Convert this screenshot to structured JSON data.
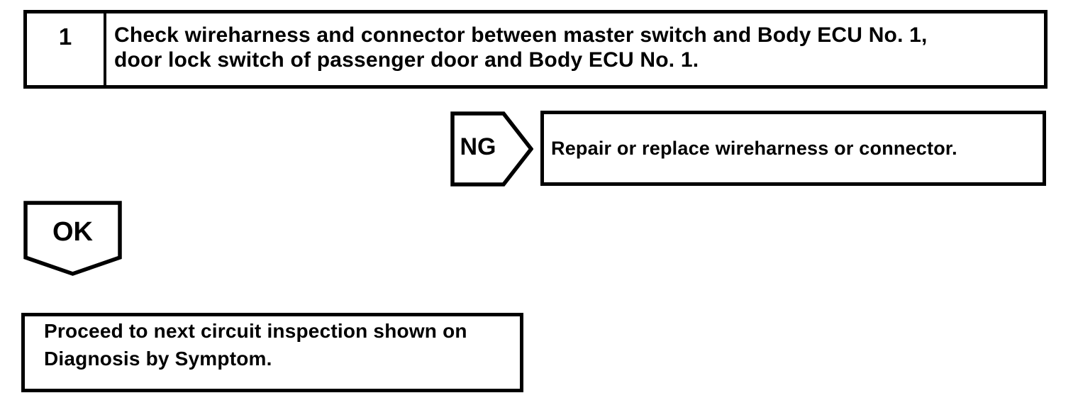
{
  "flowchart": {
    "step": {
      "number": "1",
      "instruction_line1": "Check wireharness and connector between master switch and Body ECU No. 1,",
      "instruction_line2": "door lock switch of passenger door and Body ECU No. 1."
    },
    "ng_branch": {
      "label": "NG",
      "action": "Repair or replace wireharness or connector."
    },
    "ok_branch": {
      "label": "OK",
      "action_line1": "Proceed to next circuit inspection shown on",
      "action_line2": "Diagnosis by Symptom."
    },
    "colors": {
      "ink": "#000000",
      "paper": "#ffffff"
    }
  }
}
